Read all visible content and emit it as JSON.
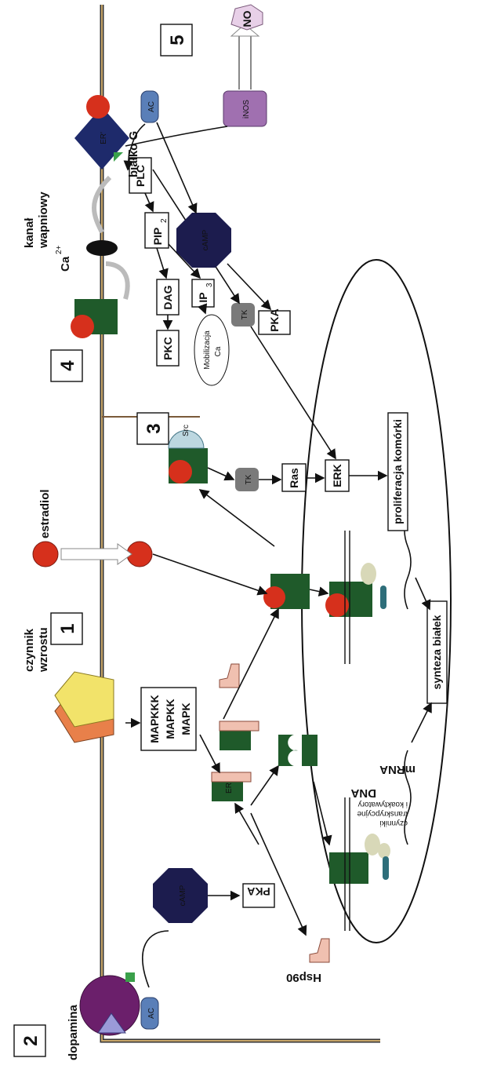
{
  "sections": [
    "1",
    "2",
    "3",
    "4",
    "5"
  ],
  "labels": {
    "estradiol": "estradiol",
    "growth_factor": [
      "czynnik",
      "wzrostu"
    ],
    "dopamine": "dopamina",
    "calcium_channel": [
      "kanał",
      "wapniowy"
    ],
    "calcium": "Ca",
    "calcium_charge": "2+",
    "g_protein": "białko G",
    "hsp90": "Hsp90",
    "dna": "DNA",
    "mrna": "mRNA",
    "transcription_factors": [
      "czynniki",
      "transkrypcyjne",
      "i koaktywatory"
    ],
    "mobilization": [
      "Mobilizacja",
      "Ca"
    ],
    "proliferation": "proliferacja komórki",
    "protein_synthesis": "synteza białek",
    "no": "NO"
  },
  "nodes": {
    "mapk_cascade": [
      "MAPKKK",
      "MAPKK",
      "MAPK"
    ],
    "pka": "PKA",
    "camp": "cAMP",
    "ac": "AC",
    "er": "ER",
    "er_prime": "ER'",
    "src": "Src",
    "tk": "TK",
    "ras": "Ras",
    "erk": "ERK",
    "plc": "PLC",
    "pip": "PIP",
    "pip_sub": "2",
    "dag": "DAG",
    "ip": "IP",
    "ip_sub": "3",
    "pkc": "PKC",
    "inos": "iNOS"
  },
  "colors": {
    "receptor": "#1f5a2a",
    "hormone": "#d6301c",
    "hsp90": "#f0c0b0",
    "camp": "#1c1c4e",
    "ac": "#5a7fb8",
    "er_prime": "#1e2a6b",
    "inos": "#a070b0",
    "growth_factor_outer": "#e8804a",
    "growth_factor_inner": "#f2e36a",
    "dopamine_receptor": "#6b1f6b",
    "src": "#bcd7e0",
    "tk": "#7a7a7a",
    "coactivator": "#d8d8b8",
    "tf": "#2e6e7a",
    "no": "#e8d0e8"
  }
}
